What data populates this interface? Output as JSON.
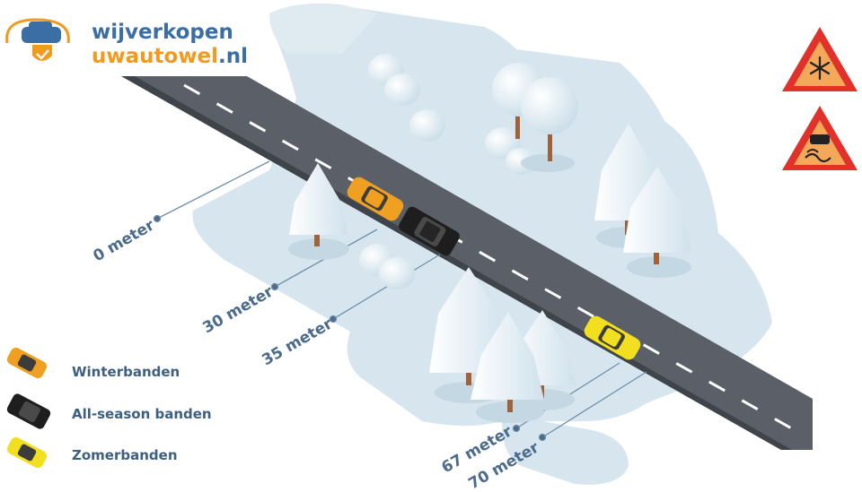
{
  "logo": {
    "line1": "wijverkopen",
    "line2_main": "uwautowel",
    "line2_ext": ".nl"
  },
  "distances": [
    "0 meter",
    "30 meter",
    "35 meter",
    "67 meter",
    "70 meter"
  ],
  "legend": [
    {
      "label": "Winterbanden",
      "color": "#f0a020"
    },
    {
      "label": "All-season banden",
      "color": "#1e1e1e"
    },
    {
      "label": "Zomerbanden",
      "color": "#f2df1f"
    }
  ],
  "signs": [
    "snow-warning-sign-icon",
    "slippery-road-sign-icon"
  ],
  "colors": {
    "snow": "#d7e6ee",
    "road": "#5b6068",
    "accent_blue": "#3a6ea5",
    "accent_orange": "#f39a1e",
    "sign_red": "#e0322b",
    "label_blue": "#4a6b8c"
  }
}
